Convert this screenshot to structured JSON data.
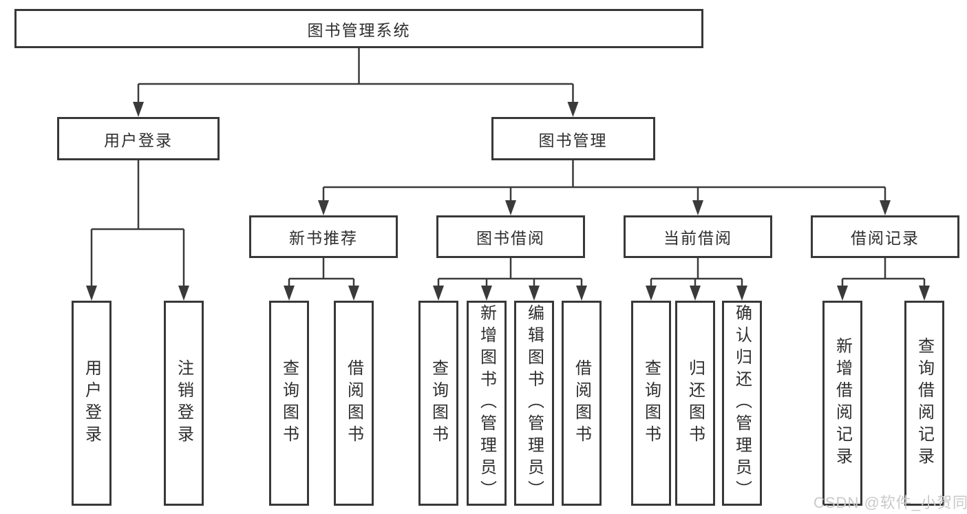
{
  "tree": {
    "root": {
      "label": "图书管理系统"
    },
    "branches": [
      {
        "label": "用户登录",
        "children": [
          {
            "label": "用户登录"
          },
          {
            "label": "注销登录"
          }
        ]
      },
      {
        "label": "图书管理",
        "children": [
          {
            "label": "新书推荐",
            "children": [
              {
                "label": "查询图书"
              },
              {
                "label": "借阅图书"
              }
            ]
          },
          {
            "label": "图书借阅",
            "children": [
              {
                "label": "查询图书"
              },
              {
                "label": "新增图书（管理员）"
              },
              {
                "label": "编辑图书（管理员）"
              },
              {
                "label": "借阅图书"
              }
            ]
          },
          {
            "label": "当前借阅",
            "children": [
              {
                "label": "查询图书"
              },
              {
                "label": "归还图书"
              },
              {
                "label": "确认归还（管理员）"
              }
            ]
          },
          {
            "label": "借阅记录",
            "children": [
              {
                "label": "新增借阅记录"
              },
              {
                "label": "查询借阅记录"
              }
            ]
          }
        ]
      }
    ]
  },
  "watermark": {
    "text": "CSDN @软件_小贺同学"
  },
  "colors": {
    "line": "#3a3a3a",
    "box_border": "#383838",
    "box_background": "#ffffff",
    "text": "#2e2e2e",
    "watermark": "#c9c9c9"
  }
}
